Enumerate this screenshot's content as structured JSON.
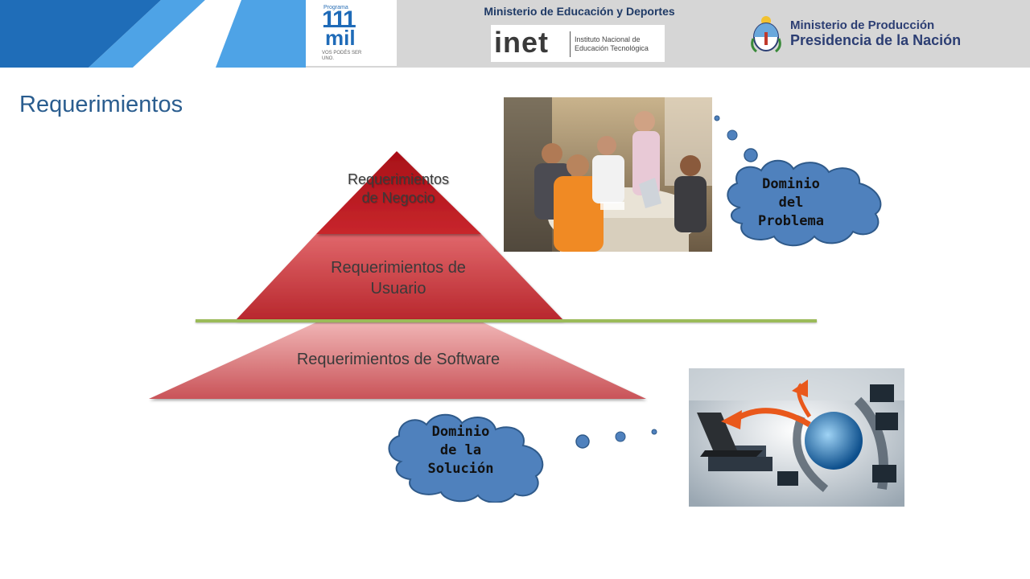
{
  "header": {
    "program_small": "Programa",
    "program_number": "111",
    "program_word": "mil",
    "program_tagline": "VOS PODÉS SER UNO.",
    "ministry_education": "Ministerio de Educación y Deportes",
    "inet_word": "inet",
    "inet_subtitle_line1": "Instituto Nacional de",
    "inet_subtitle_line2": "Educación Tecnológica",
    "ministry_production": "Ministerio de Producción",
    "presidency": "Presidencia de la Nación"
  },
  "slide": {
    "title": "Requerimientos"
  },
  "pyramid": {
    "levels": [
      {
        "label_line1": "Requerimientos",
        "label_line2": "de Negocio"
      },
      {
        "label_line1": "Requerimientos de",
        "label_line2": "Usuario"
      },
      {
        "label_line1": "Requerimientos de Software"
      }
    ]
  },
  "callouts": {
    "problema": {
      "line1": "Dominio",
      "line2": "del",
      "line3": "Problema"
    },
    "solucion": {
      "line1": "Dominio",
      "line2": "de la",
      "line3": "Solución"
    }
  },
  "colors": {
    "header_bg": "#d6d6d6",
    "stripe_dark": "#1f6db8",
    "stripe_light": "#4ea3e6",
    "title": "#2a5d8f",
    "pyramid_top": "#b8141c",
    "pyramid_mid": "#d94a4f",
    "pyramid_bottom": "#e89a9b",
    "divider": "#9bbb59",
    "cloud": "#4f81bd"
  },
  "icons": [
    "escudo-icon",
    "photo-meeting",
    "photo-technology"
  ]
}
